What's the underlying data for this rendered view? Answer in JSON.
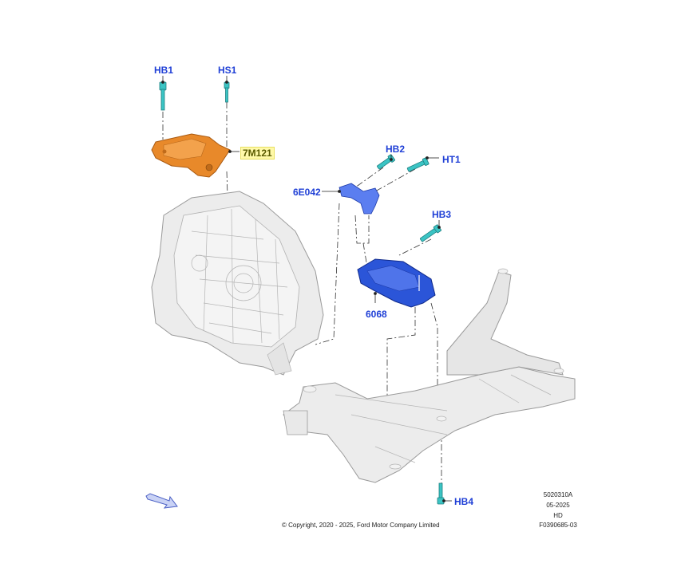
{
  "callouts": {
    "hb1": "HB1",
    "hs1": "HS1",
    "m7121": "7M121",
    "hb2": "HB2",
    "ht1": "HT1",
    "e6042": "6E042",
    "hb3": "HB3",
    "p6068": "6068",
    "hb4": "HB4"
  },
  "footer": {
    "copyright": "© Copyright, 2020 - 2025, Ford Motor Company Limited",
    "ref1": "5020310A",
    "ref2": "05-2025",
    "ref3": "HD",
    "ref4": "F0390685-03"
  },
  "colors": {
    "mount_orange": "#e8892a",
    "bracket_blue": "#2b55d8",
    "bolt_teal": "#3bc4c4",
    "callout_blue": "#1f3fd6",
    "highlight_yellow": "#fff9a8"
  },
  "icons": {
    "direction_arrow": "front-direction-arrow-icon"
  }
}
